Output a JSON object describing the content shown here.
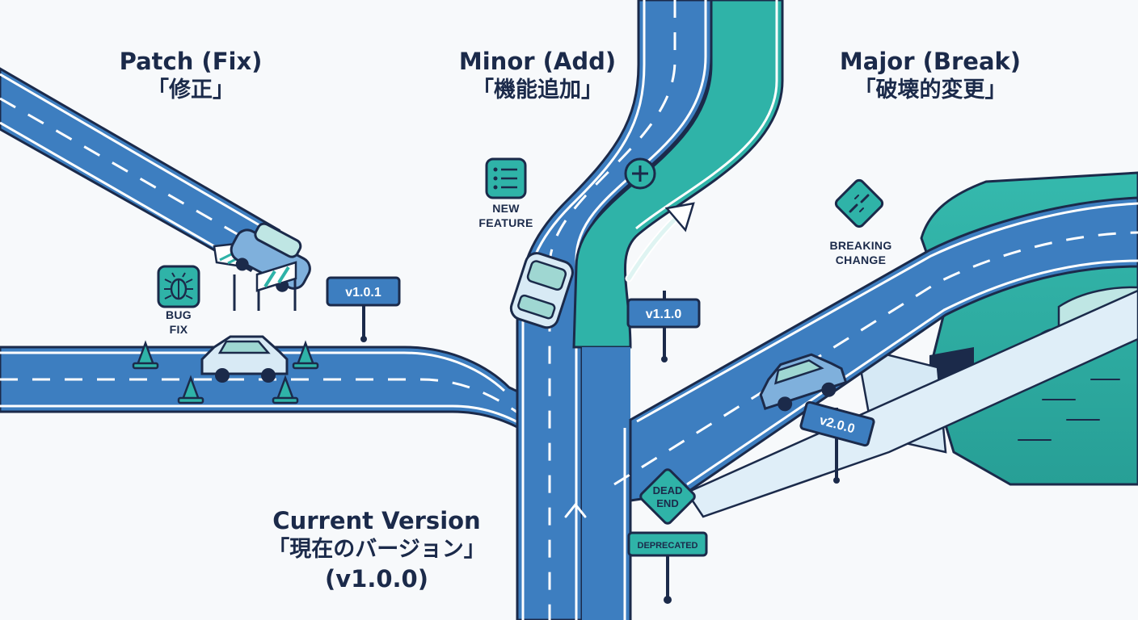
{
  "patch": {
    "title_en": "Patch (Fix)",
    "title_jp": "「修正」",
    "icon_label_1": "BUG",
    "icon_label_2": "FIX",
    "version": "v1.0.1"
  },
  "minor": {
    "title_en": "Minor (Add)",
    "title_jp": "「機能追加」",
    "icon_label_1": "NEW",
    "icon_label_2": "FEATURE",
    "version": "v1.1.0"
  },
  "major": {
    "title_en": "Major (Break)",
    "title_jp": "「破壊的変更」",
    "icon_label_1": "BREAKING",
    "icon_label_2": "CHANGE",
    "version": "v2.0.0"
  },
  "current": {
    "title_en": "Current Version",
    "title_jp": "「現在のバージョン」",
    "version_line": "(v1.0.0)"
  },
  "dead_end": {
    "line_1": "DEAD",
    "line_2": "END",
    "plate": "DEPRECATED"
  },
  "colors": {
    "road": "#3d7ec0",
    "outline": "#1b2a4a",
    "teal": "#2fb3a8",
    "sky": "#dfeef8",
    "background": "#f7f9fb"
  },
  "icons": {
    "patch": "bug-icon",
    "minor": "list-icon",
    "major": "broken-link-icon",
    "plus": "plus-icon",
    "arrow": "arrow-up-right-icon"
  }
}
